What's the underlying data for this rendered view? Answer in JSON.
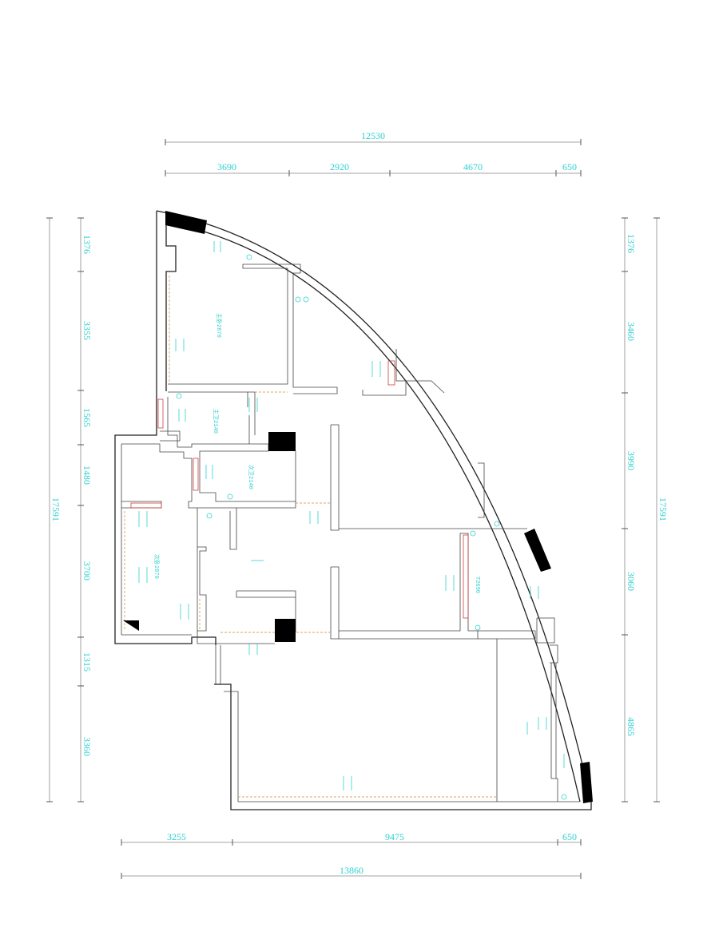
{
  "dimensions": {
    "top_total": "12530",
    "top_segments": [
      "3690",
      "2920",
      "4670",
      "650"
    ],
    "bottom_segments": [
      "3255",
      "9475",
      "650"
    ],
    "bottom_total": "13860",
    "left_segments": [
      "1376",
      "3355",
      "1565",
      "1480",
      "3700",
      "1315",
      "3360"
    ],
    "left_total": "17591",
    "right_segments": [
      "1376",
      "3460",
      "3990",
      "3060",
      "4865"
    ],
    "right_total": "17591"
  },
  "room_labels": {
    "bedroom_top_left": "主卧2870",
    "bathroom_1": "主卫2140",
    "bathroom_2": "次卫2140",
    "bedroom_left": "次卧2870",
    "kitchen_mark": "T2690"
  },
  "colors": {
    "dimension_text": "#2fd0d0",
    "walls": "#222222",
    "columns": "#000000",
    "hidden_lines": "#e0a060",
    "windows": "#d04040"
  }
}
